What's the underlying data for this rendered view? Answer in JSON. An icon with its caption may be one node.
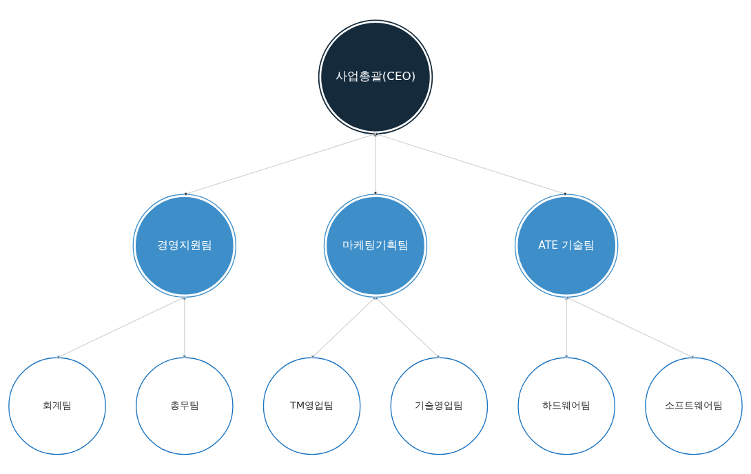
{
  "diagram": {
    "nodes": [
      {
        "text": [
          "사업총괄(CEO)"
        ]
      },
      {
        "text": [
          "경영지원팀"
        ]
      },
      {
        "text": [
          "마케팅기획팀"
        ]
      },
      {
        "text": [
          "ATE 기술팀"
        ]
      },
      {
        "text": [
          "회계팀"
        ]
      },
      {
        "text": [
          "총무팀"
        ]
      },
      {
        "text": [
          "TM영업팀"
        ]
      },
      {
        "text": [
          "기술영업팀"
        ]
      },
      {
        "text": [
          "하드웨어팀"
        ]
      },
      {
        "text": [
          "소프트웨어팀"
        ]
      }
    ],
    "edges": [
      {
        "from": 0,
        "to": 1,
        "arrow": "other"
      },
      {
        "from": 0,
        "to": 2,
        "arrow": "other"
      },
      {
        "from": 0,
        "to": 3,
        "arrow": "other"
      },
      {
        "from": 1,
        "to": 4,
        "arrow": "other"
      },
      {
        "from": 1,
        "to": 5,
        "arrow": "other"
      },
      {
        "from": 2,
        "to": 6,
        "arrow": "other"
      },
      {
        "from": 2,
        "to": 7,
        "arrow": "other"
      },
      {
        "from": 3,
        "to": 8,
        "arrow": "other"
      },
      {
        "from": 3,
        "to": 9,
        "arrow": "other"
      }
    ]
  }
}
